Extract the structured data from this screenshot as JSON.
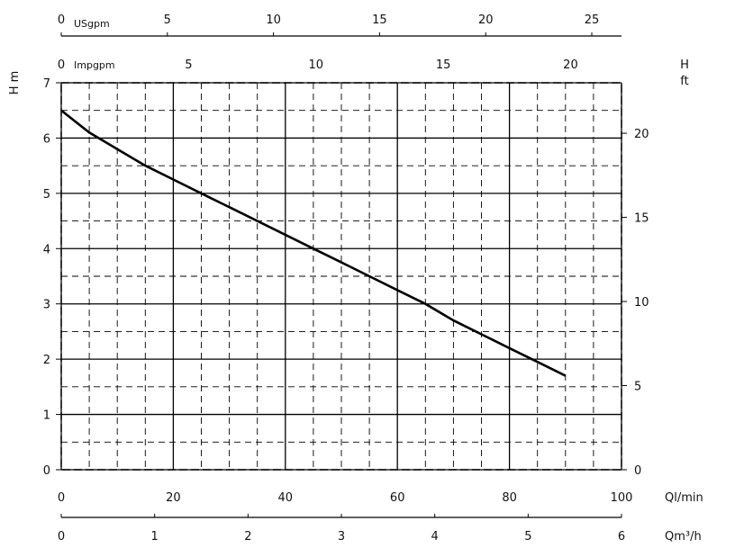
{
  "chart_data": {
    "type": "line",
    "title": "",
    "grid": true,
    "x_bottom": {
      "label": "Ql/min",
      "ticks": [
        "0",
        "20",
        "40",
        "60",
        "80",
        "100"
      ],
      "range": [
        0,
        100
      ]
    },
    "x_bottom2": {
      "label": "Qm³/h",
      "ticks": [
        "0",
        "1",
        "2",
        "3",
        "4",
        "5",
        "6"
      ],
      "range": [
        0,
        6
      ]
    },
    "x_top1": {
      "label": "USgpm",
      "ticks": [
        "0",
        "5",
        "10",
        "15",
        "20",
        "25"
      ],
      "range": [
        0,
        26.4
      ]
    },
    "x_top2": {
      "label": "Impgpm",
      "ticks": [
        "0",
        "5",
        "10",
        "15",
        "20"
      ],
      "range": [
        0,
        22
      ]
    },
    "y_left": {
      "label": "H m",
      "ticks": [
        "0",
        "1",
        "2",
        "3",
        "4",
        "5",
        "6",
        "7"
      ],
      "range": [
        0,
        7
      ]
    },
    "y_right": {
      "label": "H ft",
      "ticks": [
        "0",
        "5",
        "10",
        "15",
        "20"
      ],
      "range": [
        0,
        23
      ]
    },
    "series": [
      {
        "x": [
          0,
          5,
          10,
          15,
          20,
          25,
          30,
          35,
          40,
          45,
          50,
          55,
          60,
          65,
          70,
          75,
          80,
          85,
          90
        ],
        "y": [
          6.5,
          6.1,
          5.8,
          5.5,
          5.25,
          5.0,
          4.75,
          4.5,
          4.25,
          4.0,
          3.75,
          3.5,
          3.25,
          3.0,
          2.7,
          2.45,
          2.2,
          1.95,
          1.7
        ]
      }
    ]
  }
}
